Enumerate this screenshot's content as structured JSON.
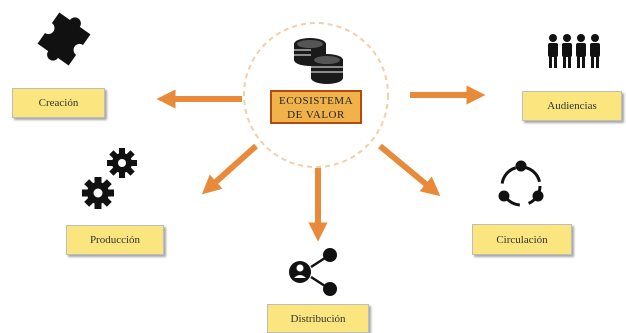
{
  "center": {
    "line1": "ECOSISTEMA",
    "line2": "DE VALOR"
  },
  "nodes": {
    "creacion": "Creación",
    "audiencias": "Audiencias",
    "produccion": "Producción",
    "circulacion": "Circulación",
    "distribucion": "Distribución"
  },
  "colors": {
    "arrow": "#e98a3a",
    "box_fill": "#fbe57e",
    "center_fill": "#f2b24a",
    "center_border": "#b24a12",
    "ring": "#f4cfa6",
    "icon": "#111111"
  },
  "icons": [
    "coins-icon",
    "puzzle-icon",
    "people-icon",
    "gears-icon",
    "cycle-icon",
    "share-icon"
  ]
}
